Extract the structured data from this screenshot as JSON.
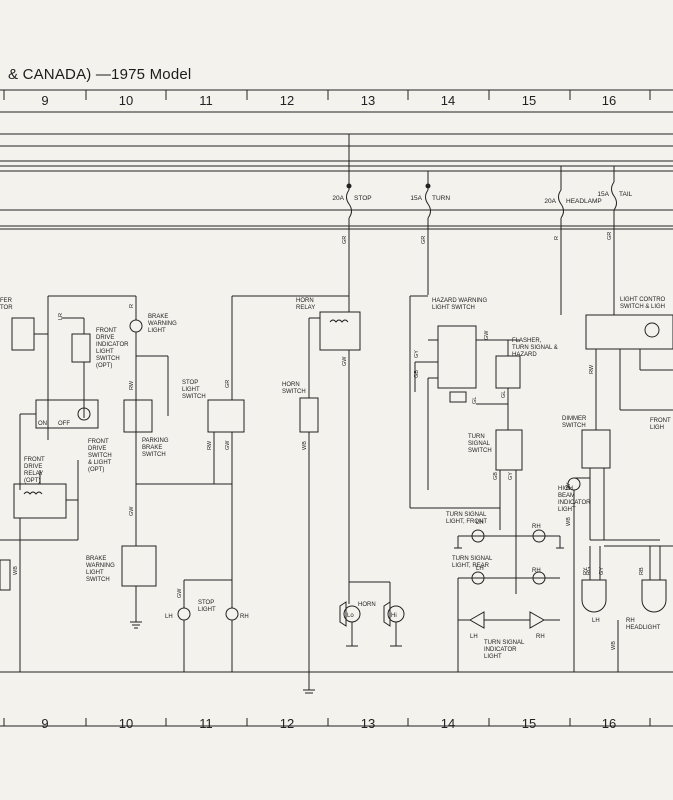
{
  "title": "& CANADA) —1975 Model",
  "columns": [
    "9",
    "10",
    "11",
    "12",
    "13",
    "14",
    "15",
    "16"
  ],
  "fuses": [
    {
      "amp": "20A",
      "name": "STOP"
    },
    {
      "amp": "15A",
      "name": "TURN"
    },
    {
      "amp": "20A",
      "name": "HEADLAMP"
    },
    {
      "amp": "15A",
      "name": "TAIL"
    }
  ],
  "labels": {
    "fer_tor": "FER\nTOR",
    "brake_warning_light": "BRAKE\nWARNING\nLIGHT",
    "front_drive_indicator": "FRONT\nDRIVE\nINDICATOR\nLIGHT\nSWITCH\n(OPT)",
    "front_drive_switch": "FRONT\nDRIVE\nSWITCH\n& LIGHT\n(OPT)",
    "front_drive_relay": "FRONT\nDRIVE\nRELAY\n(OPT)",
    "parking_brake_switch": "PARKING\nBRAKE\nSWITCH",
    "stop_light_switch": "STOP\nLIGHT\nSWITCH",
    "horn_relay": "HORN\nRELAY",
    "horn_switch": "HORN\nSWITCH",
    "hazard_switch": "HAZARD WARNING\nLIGHT SWITCH",
    "flasher": "FLASHER,\nTURN SIGNAL &\nHAZARD",
    "turn_signal_switch": "TURN\nSIGNAL\nSWITCH",
    "dimmer_switch": "DIMMER\nSWITCH",
    "light_control": "LIGHT CONTRO\nSWITCH & LIGH",
    "front_ligh": "FRONT\nLIGH",
    "high_beam": "HIGH\nBEAM\nINDICATOR\nLIGHT",
    "ts_front": "TURN SIGNAL\nLIGHT, FRONT",
    "ts_rear": "TURN SIGNAL\nLIGHT, REAR",
    "ts_indicator": "TURN SIGNAL\nINDICATOR\nLIGHT",
    "brake_warning_switch": "BRAKE\nWARNING\nLIGHT\nSWITCH",
    "stop_light": "STOP\nLIGHT",
    "horn": "HORN",
    "lh": "LH",
    "rh": "RH",
    "rh_headlight": "RH\nHEADLIGHT",
    "on": "ON",
    "off": "OFF",
    "lo": "Lo",
    "hi": "Hi"
  },
  "wire_codes": [
    "GR",
    "GR",
    "R",
    "GR",
    "LR",
    "R",
    "RW",
    "GR",
    "GW",
    "RW",
    "GW",
    "WB",
    "GW",
    "GY",
    "GB",
    "GW",
    "GL",
    "GL",
    "GY",
    "RY",
    "WB",
    "RW",
    "RY",
    "GY",
    "GB",
    "WB",
    "GW",
    "RG",
    "RB",
    "WB"
  ]
}
